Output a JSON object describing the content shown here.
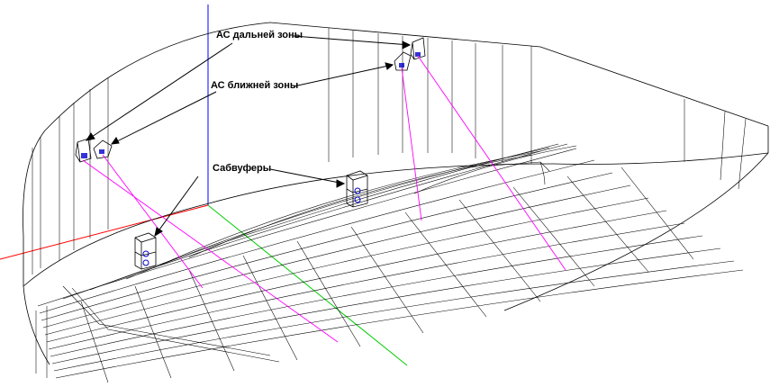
{
  "labels": {
    "far_zone": "АС дальней зоны",
    "near_zone": "АС ближней зоны",
    "subwoofers": "Сабвуферы"
  },
  "colors": {
    "wire": "#000000",
    "axis_x": "#ff0000",
    "axis_y": "#00cc00",
    "axis_z": "#0000ff",
    "speaker_aim": "#ff00ff",
    "speaker_fill": "#0000cc"
  },
  "icons": [
    "speaker-box-icon",
    "subwoofer-box-icon",
    "arrow-icon"
  ]
}
